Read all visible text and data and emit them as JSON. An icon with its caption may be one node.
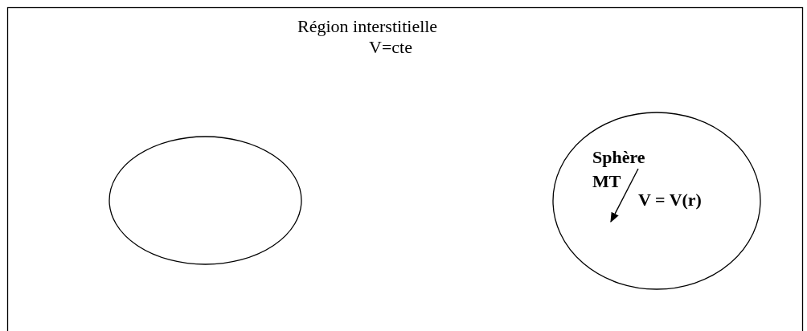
{
  "diagram": {
    "nodes": [
      {
        "text": [
          "Région interstitielle",
          "V=cte"
        ]
      },
      {
        "text": [],
        "shape": "circle",
        "in": 0
      },
      {
        "text": [
          "Sphère MT",
          "V = V(r)"
        ],
        "in": 0
      }
    ]
  }
}
